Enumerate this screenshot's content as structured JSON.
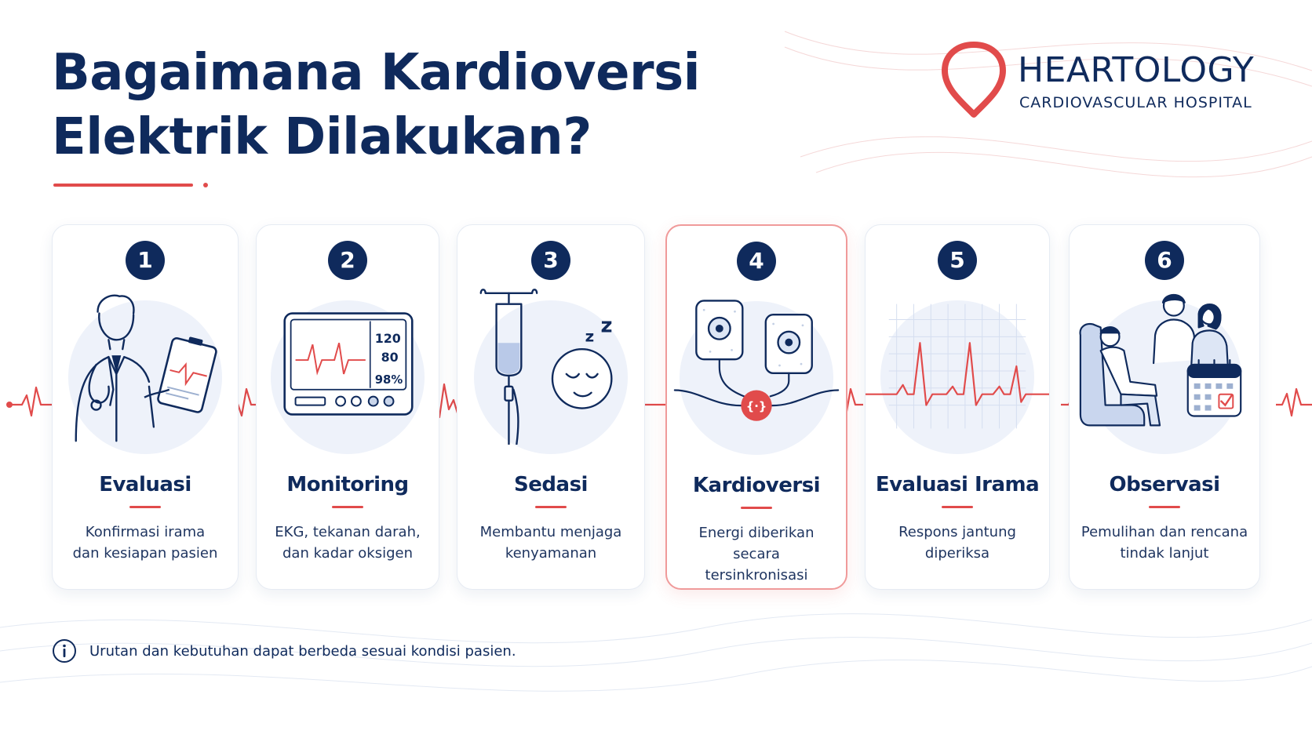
{
  "title": {
    "line1": "Bagaimana Kardioversi",
    "line2": "Elektrik Dilakukan?"
  },
  "logo": {
    "name": "HEARTOLOGY",
    "subtitle": "CARDIOVASCULAR HOSPITAL",
    "icon": "heart-pin-icon"
  },
  "colors": {
    "navy": "#0f2a5c",
    "accent": "#e14b4b",
    "light": "#eef2fa"
  },
  "steps": [
    {
      "number": "1",
      "title": "Evaluasi",
      "desc1": "Konfirmasi irama",
      "desc2": "dan kesiapan pasien",
      "icon": "doctor-clipboard-icon"
    },
    {
      "number": "2",
      "title": "Monitoring",
      "desc1": "EKG, tekanan darah,",
      "desc2": "dan kadar oksigen",
      "icon": "patient-monitor-icon",
      "monitor": {
        "bp_sys": "120",
        "bp_dia": "80",
        "spo2": "98%"
      }
    },
    {
      "number": "3",
      "title": "Sedasi",
      "desc1": "Membantu menjaga",
      "desc2": "kenyamanan",
      "icon": "iv-sleep-icon",
      "zz": "z"
    },
    {
      "number": "4",
      "title": "Kardioversi",
      "desc1": "Energi diberikan secara",
      "desc2": "tersinkronisasi",
      "icon": "defibrillator-pads-icon",
      "active": true
    },
    {
      "number": "5",
      "title": "Evaluasi Irama",
      "desc1": "Respons jantung",
      "desc2": "diperiksa",
      "icon": "ecg-grid-icon"
    },
    {
      "number": "6",
      "title": "Observasi",
      "desc1": "Pemulihan dan rencana",
      "desc2": "tindak lanjut",
      "icon": "recovery-family-calendar-icon"
    }
  ],
  "note": {
    "icon": "info-icon",
    "text": "Urutan dan kebutuhan dapat berbeda sesuai kondisi pasien."
  }
}
